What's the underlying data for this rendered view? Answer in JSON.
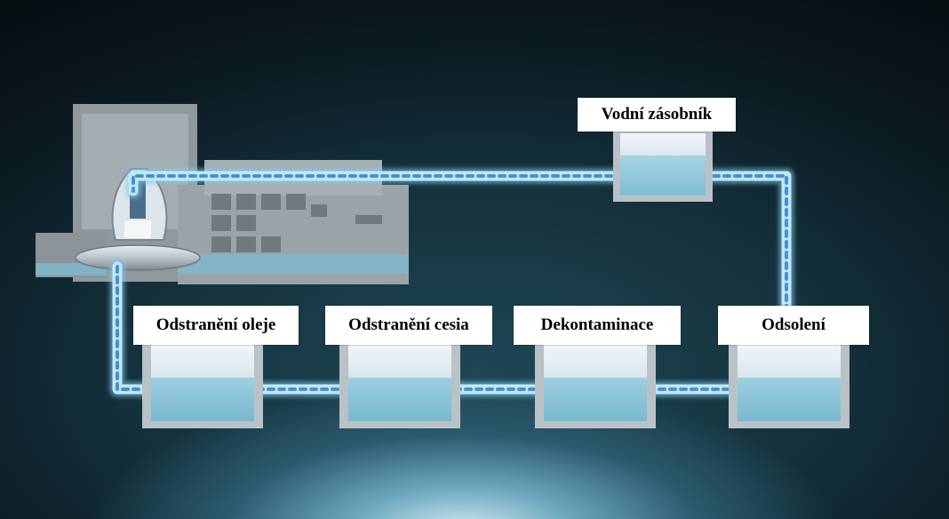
{
  "diagram": {
    "labels": {
      "reservoir": "Vodní zásobník",
      "oil_removal": "Odstranění oleje",
      "cesium_removal": "Odstranění cesia",
      "decontamination": "Dekontaminace",
      "desalination": "Odsolení"
    },
    "colors": {
      "pipe": "#9fd8f2",
      "pipe_dash": "#4a8fd0",
      "water": "#8fc8dc",
      "tank_wall": "#b9c3c7",
      "building": "#9aa3a8",
      "background_glow": "#d6eef6"
    }
  }
}
